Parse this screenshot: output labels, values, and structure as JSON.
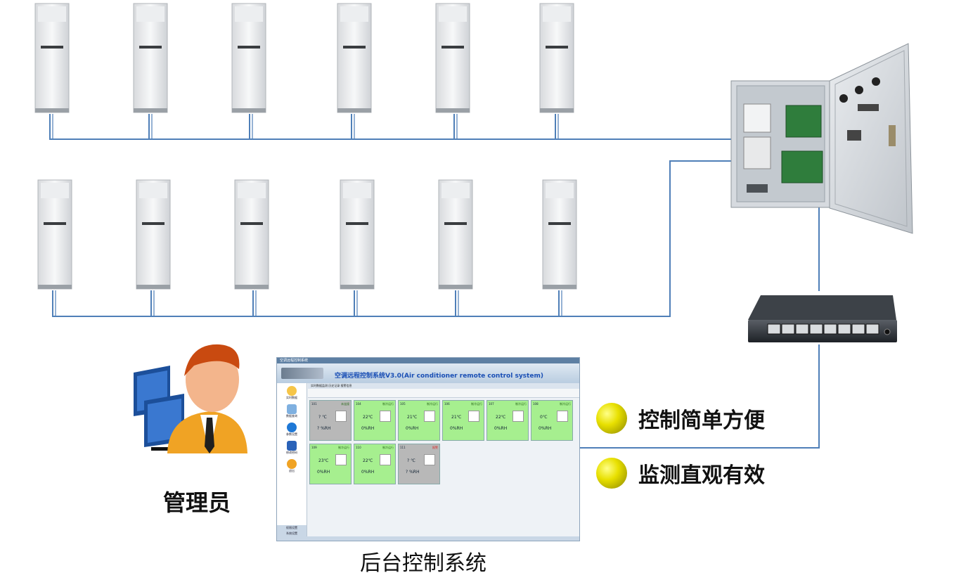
{
  "labels": {
    "admin": "管理员",
    "caption": "后台控制系统"
  },
  "features": [
    {
      "text": "控制简单方便"
    },
    {
      "text": "监测直观有效"
    }
  ],
  "software": {
    "window_title": "空调远程控制系统",
    "header_title": "空调远程控制系统V3.0(Air conditioner remote control system)",
    "sidebar": [
      "实时数据",
      "数据查询",
      "参数设置",
      "修改密码",
      "退出"
    ],
    "sidebar_bottom": [
      "权限设置",
      "系统设置"
    ],
    "tabs": "实时数据监测  历史记录  报警信息",
    "cards": [
      {
        "id": "101",
        "state": "未连接",
        "temp": "? ℃",
        "hum": "? %RH",
        "on": false
      },
      {
        "id": "104",
        "state": "制冷运行",
        "temp": "22℃",
        "hum": "0%RH",
        "on": true
      },
      {
        "id": "105",
        "state": "制冷运行",
        "temp": "21℃",
        "hum": "0%RH",
        "on": true
      },
      {
        "id": "106",
        "state": "制冷运行",
        "temp": "21℃",
        "hum": "0%RH",
        "on": true
      },
      {
        "id": "107",
        "state": "制冷运行",
        "temp": "22℃",
        "hum": "0%RH",
        "on": true
      },
      {
        "id": "108",
        "state": "制冷运行",
        "temp": "0℃",
        "hum": "0%RH",
        "on": true
      },
      {
        "id": "109",
        "state": "制冷运行",
        "temp": "23℃",
        "hum": "0%RH",
        "on": true
      },
      {
        "id": "110",
        "state": "制冷运行",
        "temp": "22℃",
        "hum": "0%RH",
        "on": true
      },
      {
        "id": "111",
        "state": "报警",
        "temp": "? ℃",
        "hum": "? %RH",
        "on": false
      }
    ]
  },
  "colors": {
    "line": "#4f7fb8",
    "unit_body": "#f3f4f5",
    "card_on": "#a6ef8f",
    "card_off": "#b8b8b8",
    "accent_dot": "#e8e000"
  }
}
